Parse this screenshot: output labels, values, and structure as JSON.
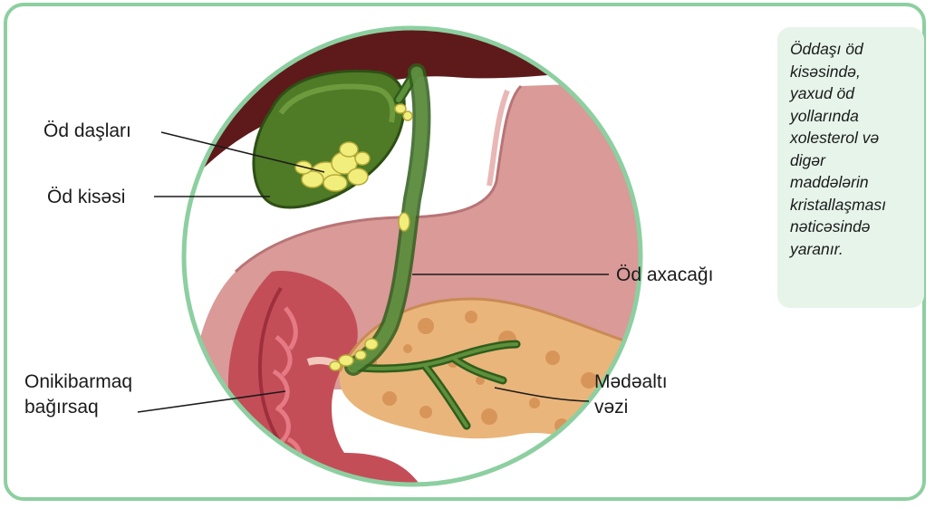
{
  "labels": {
    "gallstones": "Öd daşları",
    "gallbladder": "Öd kisəsi",
    "bile_duct": "Öd axacağı",
    "duodenum_line1": "Onikibarmaq",
    "duodenum_line2": "bağırsaq",
    "pancreas_line1": "Mədəaltı",
    "pancreas_line2": "vəzi"
  },
  "note": {
    "text": "Öddaşı öd kisəsində, yaxud öd yollarında xolesterol və digər maddələrin kristallaşması nəticəsində yaranır."
  },
  "colors": {
    "frame_border": "#8dcfa0",
    "note_background": "#e6f4ea",
    "liver": "#5e1a1a",
    "gallbladder": "#4f7a26",
    "stones": "#f2ee7c",
    "stomach": "#d99a98",
    "duodenum": "#c44e58",
    "pancreas": "#e9b57a"
  }
}
